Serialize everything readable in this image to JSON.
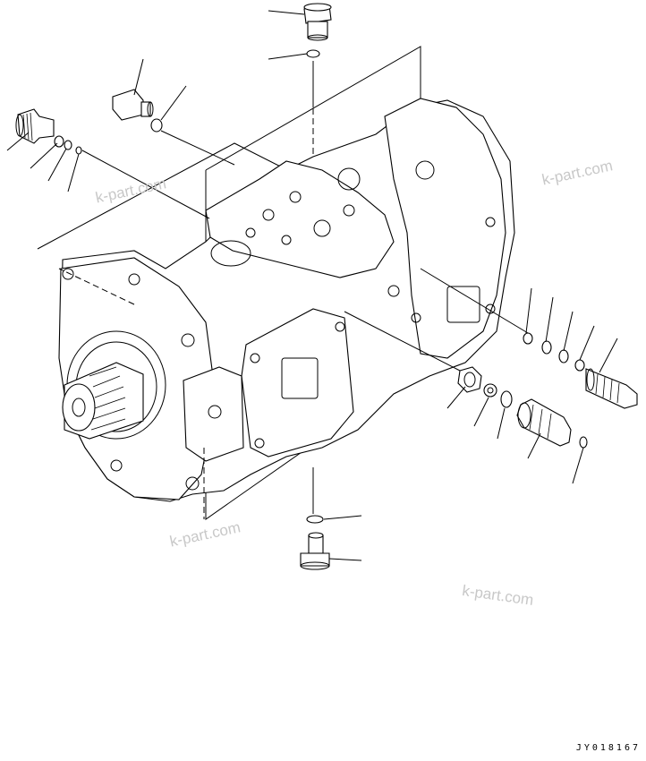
{
  "watermarks": [
    "k-part.com",
    "k-part.com",
    "k-part.com",
    "k-part.com"
  ],
  "drawing_code": "JY018167",
  "colors": {
    "line": "#000000",
    "watermark": "#c8c8c8",
    "background": "#ffffff"
  }
}
